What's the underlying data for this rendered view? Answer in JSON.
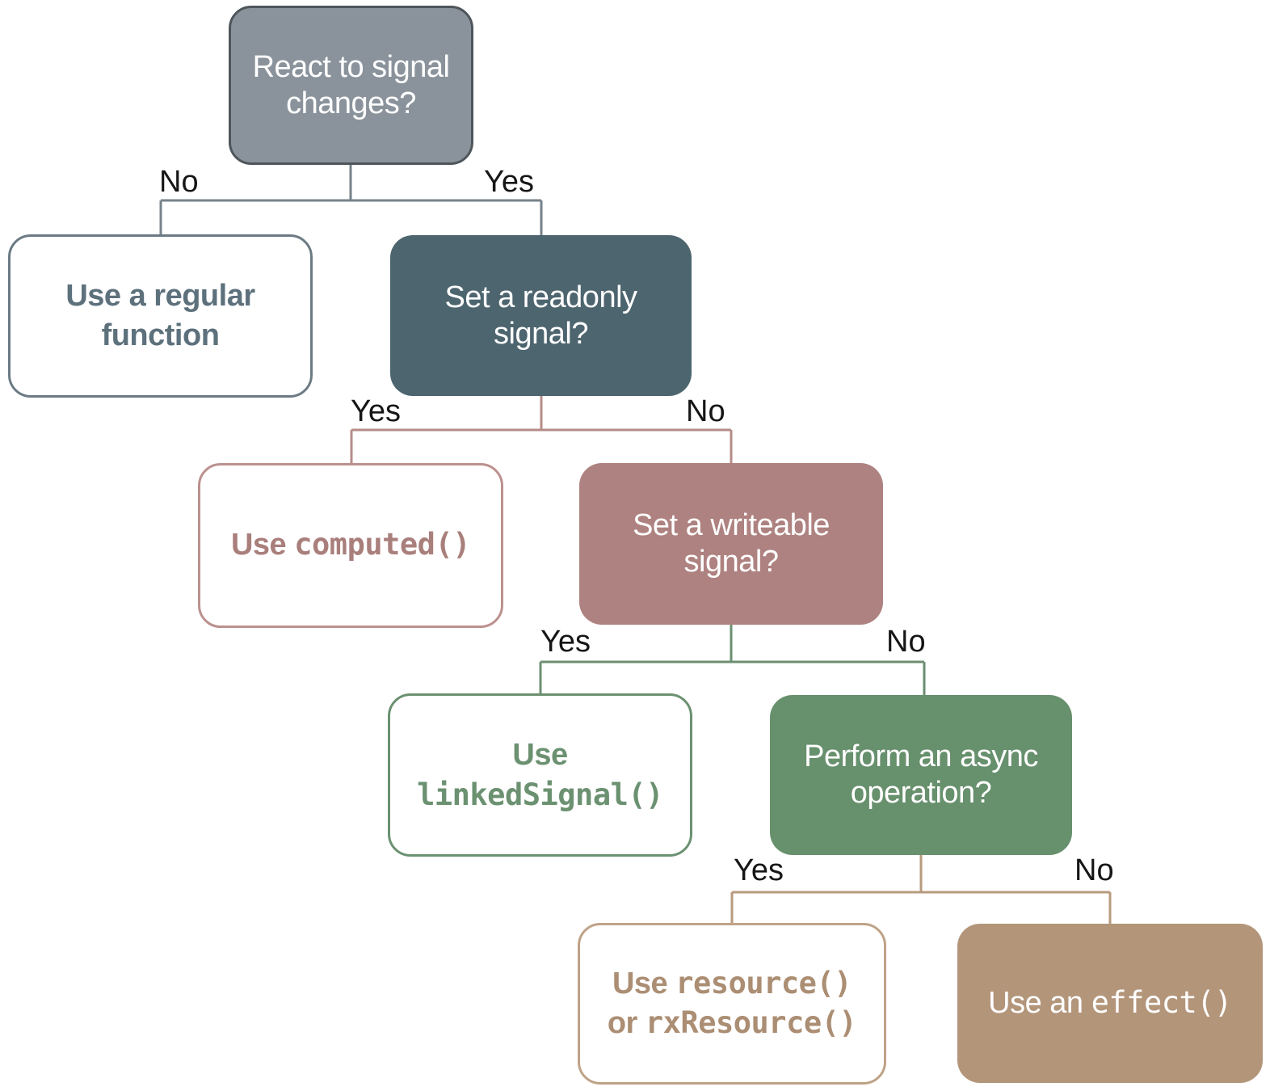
{
  "nodes": {
    "root": {
      "question": "React to signal changes?",
      "lines": [
        "React to signal",
        "changes?"
      ],
      "fill": "#8a939b",
      "border": "#4e565c",
      "text_color": "#ffffff"
    },
    "regular": {
      "answer": "Use a regular function",
      "lines": [
        "Use a regular",
        "function"
      ],
      "fill": "#ffffff",
      "border": "#6b7b84",
      "text_color": "#5d717c"
    },
    "readonly": {
      "question": "Set a readonly signal?",
      "lines": [
        "Set a readonly",
        "signal?"
      ],
      "fill": "#4d656f",
      "text_color": "#ffffff"
    },
    "computed": {
      "prefix": "Use",
      "code": "computed()",
      "fill": "#ffffff",
      "border": "#bb918e",
      "text_color": "#a97f7c"
    },
    "writeable": {
      "question": "Set a writeable signal?",
      "lines": [
        "Set a writeable",
        "signal?"
      ],
      "fill": "#ae8280",
      "text_color": "#ffffff"
    },
    "linked": {
      "prefix": "Use",
      "code": "linkedSignal()",
      "fill": "#ffffff",
      "border": "#6b9171",
      "text_color": "#6b9171"
    },
    "async": {
      "question": "Perform an async operation?",
      "lines": [
        "Perform an async",
        "operation?"
      ],
      "fill": "#67906d",
      "text_color": "#ffffff"
    },
    "resource": {
      "line1_prefix": "Use",
      "line1_code": "resource()",
      "line2_prefix": "or",
      "line2_code": "rxResource()",
      "fill": "#ffffff",
      "border": "#bfa287",
      "text_color": "#ab8e73"
    },
    "effect": {
      "prefix": "Use an",
      "code": "effect()",
      "fill": "#b3957a",
      "text_color": "#ffffff"
    }
  },
  "edges": {
    "level1": {
      "no_label": "No",
      "yes_label": "Yes",
      "color": "#76828a"
    },
    "level2": {
      "yes_label": "Yes",
      "no_label": "No",
      "color": "#b58c89"
    },
    "level3": {
      "yes_label": "Yes",
      "no_label": "No",
      "color": "#6b8f70"
    },
    "level4": {
      "yes_label": "Yes",
      "no_label": "No",
      "color": "#b89b7e"
    }
  }
}
